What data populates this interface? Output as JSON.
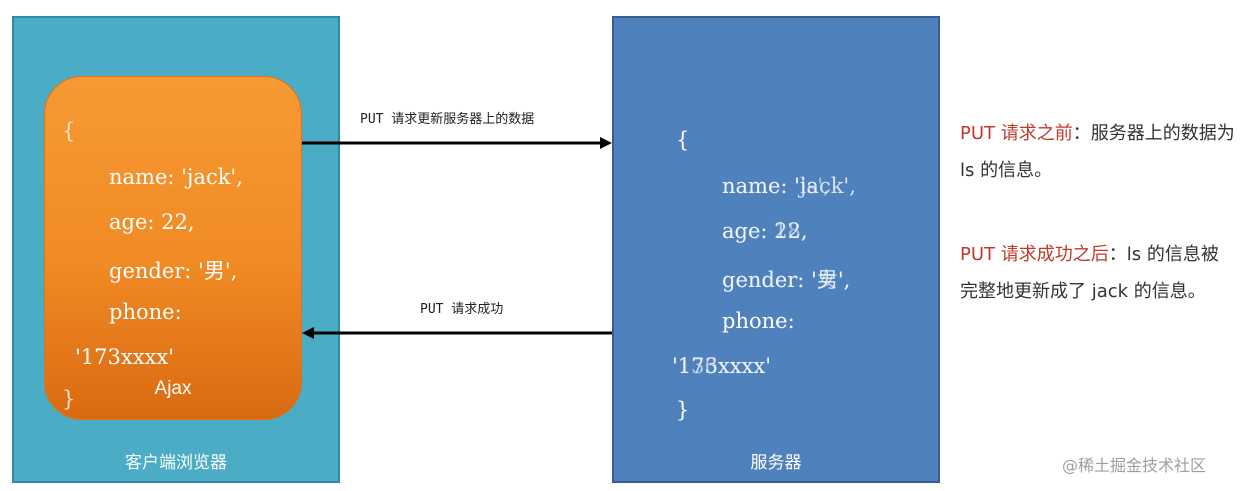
{
  "client": {
    "caption": "客户端浏览器",
    "ajax_label": "Ajax",
    "code": {
      "open": "{",
      "name": "name: 'jack',",
      "age": "age: 22,",
      "gender": "gender: '男',",
      "phone_key": "phone:",
      "phone_val": "'173xxxx'",
      "close": "}"
    }
  },
  "server": {
    "caption": "服务器",
    "code": {
      "open": "{",
      "name_old": "name: 'ls',",
      "name_new": "name: 'jack',",
      "age_old": "age: 18,",
      "age_new": "age: 22,",
      "gender_old": "gender: '女',",
      "gender_new": "gender: '男',",
      "phone_key": "phone:",
      "phone_old": "'136xxxx'",
      "phone_new": "'173xxxx'",
      "close": "}"
    }
  },
  "arrows": {
    "request_label": "PUT 请求更新服务器上的数据",
    "response_label": "PUT 请求成功"
  },
  "notes": {
    "before_highlight": "PUT 请求之前",
    "before_text": "：服务器上的数据为 ls 的信息。",
    "after_highlight": "PUT 请求成功之后",
    "after_text": "：ls 的信息被完整地更新成了 jack 的信息。"
  },
  "watermark": "@稀土掘金技术社区",
  "colors": {
    "client_bg": "#4bacc6",
    "server_bg": "#4f81bd",
    "ajax_bg": "#f08a24",
    "highlight": "#c0392b"
  }
}
